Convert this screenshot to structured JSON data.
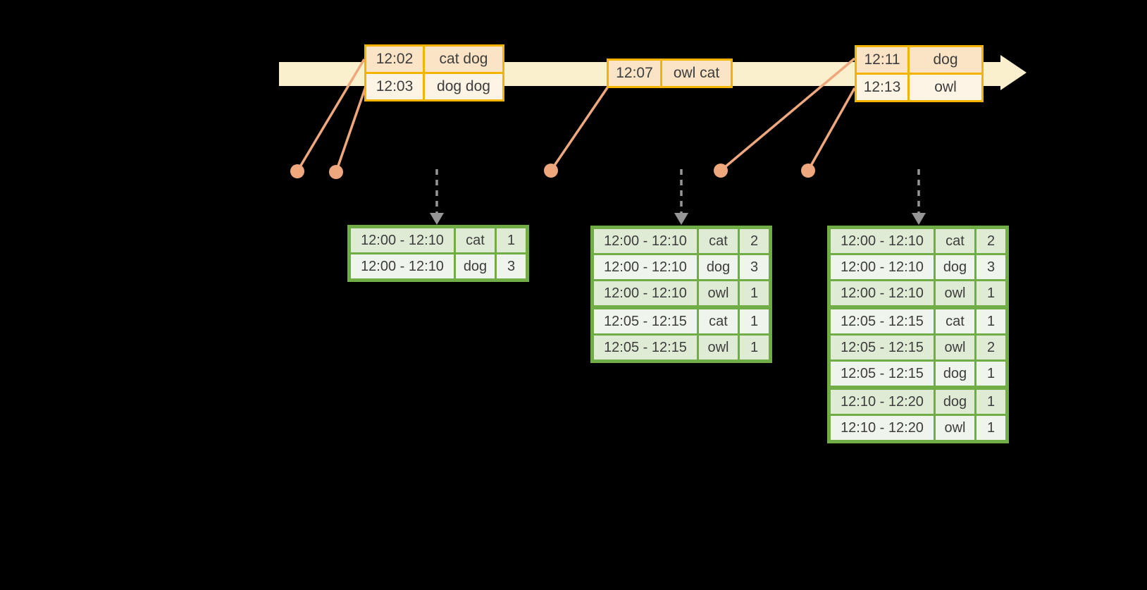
{
  "colors": {
    "background": "#000000",
    "timeline": "#FAF0CD",
    "event_border": "#F5B301",
    "event_row_odd": "#FBE4C5",
    "event_row_even": "#FEF4E5",
    "connector": "#EFA87D",
    "dashed": "#969696",
    "result_border": "#71AD47",
    "result_row_odd": "#E0EBD5",
    "result_row_even": "#EFF4EC",
    "text": "#3D3D3D"
  },
  "event_tables": [
    {
      "rows": [
        {
          "time": "12:02",
          "words": "cat dog"
        },
        {
          "time": "12:03",
          "words": "dog dog"
        }
      ]
    },
    {
      "rows": [
        {
          "time": "12:07",
          "words": "owl cat"
        }
      ]
    },
    {
      "rows": [
        {
          "time": "12:11",
          "words": "dog"
        },
        {
          "time": "12:13",
          "words": "owl"
        }
      ]
    }
  ],
  "result_tables": [
    {
      "groups": [
        [
          {
            "window": "12:00 - 12:10",
            "word": "cat",
            "count": "1"
          },
          {
            "window": "12:00 - 12:10",
            "word": "dog",
            "count": "3"
          }
        ]
      ]
    },
    {
      "groups": [
        [
          {
            "window": "12:00 - 12:10",
            "word": "cat",
            "count": "2"
          },
          {
            "window": "12:00 - 12:10",
            "word": "dog",
            "count": "3"
          },
          {
            "window": "12:00 - 12:10",
            "word": "owl",
            "count": "1"
          }
        ],
        [
          {
            "window": "12:05 - 12:15",
            "word": "cat",
            "count": "1"
          },
          {
            "window": "12:05 - 12:15",
            "word": "owl",
            "count": "1"
          }
        ]
      ]
    },
    {
      "groups": [
        [
          {
            "window": "12:00 - 12:10",
            "word": "cat",
            "count": "2"
          },
          {
            "window": "12:00 - 12:10",
            "word": "dog",
            "count": "3"
          },
          {
            "window": "12:00 - 12:10",
            "word": "owl",
            "count": "1"
          }
        ],
        [
          {
            "window": "12:05 - 12:15",
            "word": "cat",
            "count": "1"
          },
          {
            "window": "12:05 - 12:15",
            "word": "owl",
            "count": "2"
          },
          {
            "window": "12:05 - 12:15",
            "word": "dog",
            "count": "1"
          }
        ],
        [
          {
            "window": "12:10 - 12:20",
            "word": "dog",
            "count": "1"
          },
          {
            "window": "12:10 - 12:20",
            "word": "owl",
            "count": "1"
          }
        ]
      ]
    }
  ]
}
